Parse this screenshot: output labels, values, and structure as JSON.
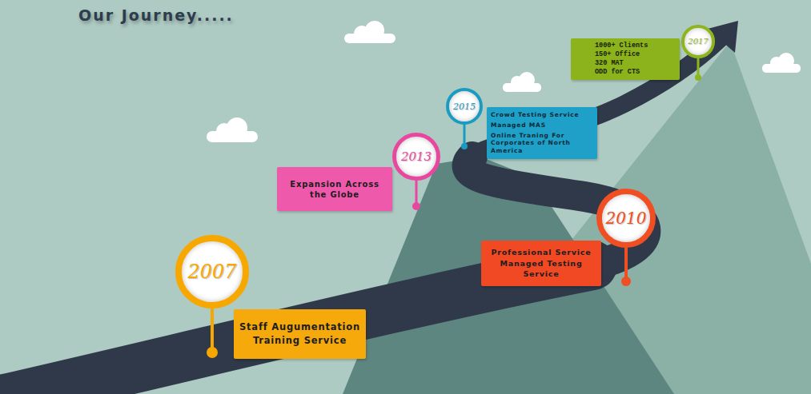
{
  "diagram": {
    "title": "Our Journey.....",
    "nodes": [
      {
        "text": [
          "2007"
        ]
      },
      {
        "text": [
          "Staff Augumentation",
          "Training Service"
        ]
      },
      {
        "text": [
          "2010"
        ]
      },
      {
        "text": [
          "Professional Service",
          "Managed Testing Service"
        ]
      },
      {
        "text": [
          "2013"
        ]
      },
      {
        "text": [
          "Expansion Across the Globe"
        ]
      },
      {
        "text": [
          "2015"
        ]
      },
      {
        "text": [
          "Crowd Testing Service",
          "Managed MAS",
          "Online Traning For Corporates of North America"
        ]
      },
      {
        "text": [
          "2017"
        ]
      },
      {
        "text": [
          "1000+ Clients",
          "150+ Office",
          "320 MAT",
          "ODD for CTS"
        ]
      }
    ]
  }
}
